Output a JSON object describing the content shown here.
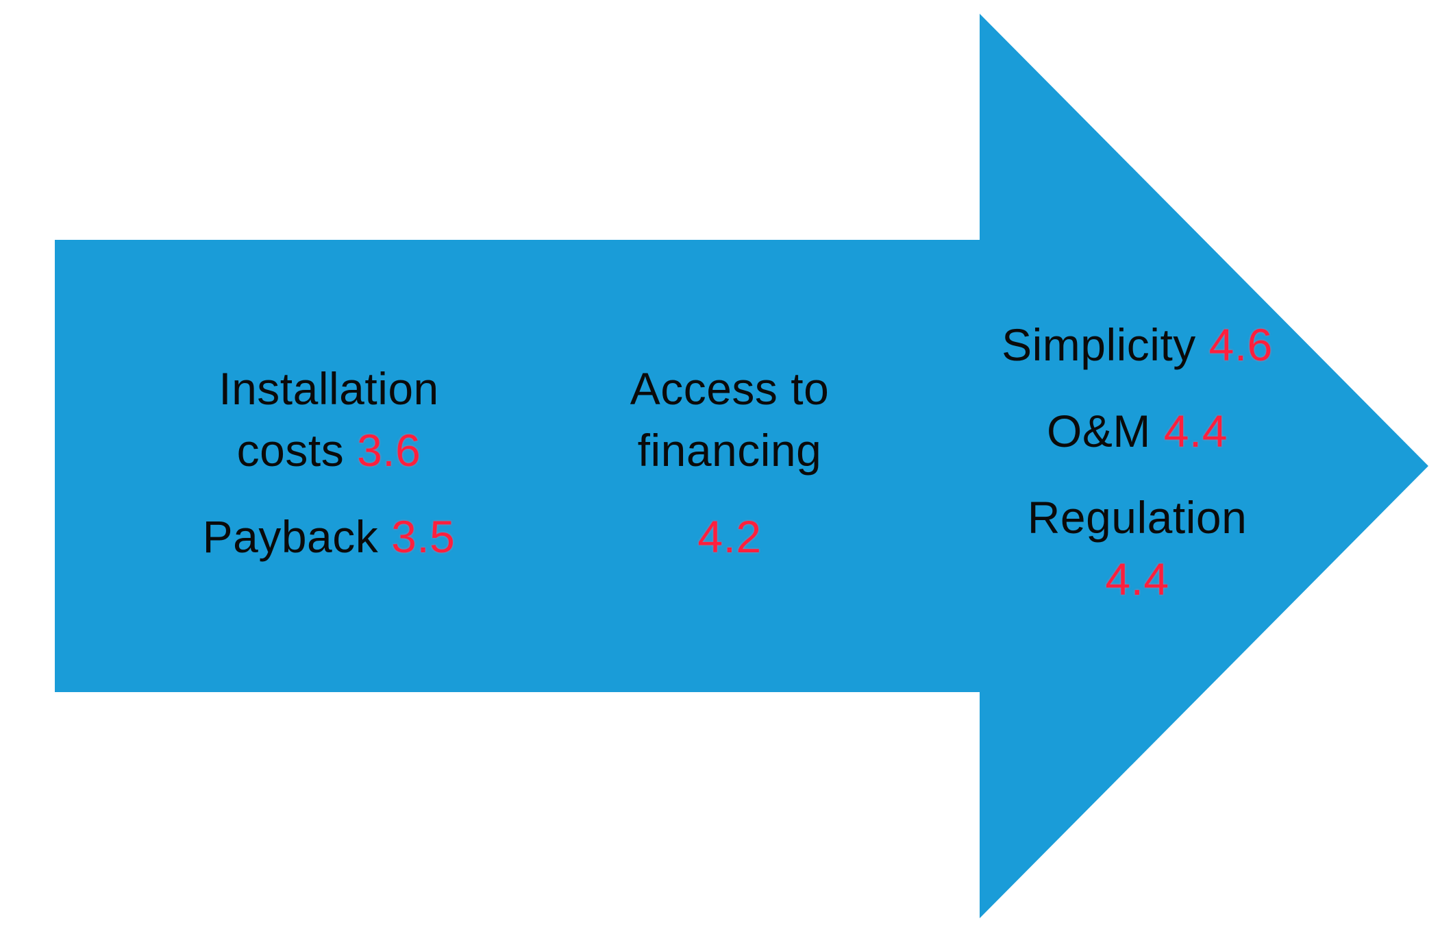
{
  "colors": {
    "arrow_fill": "#1a9cd8",
    "label_text": "#0a0a0a",
    "score_text": "#ff1f3d",
    "background": "#ffffff"
  },
  "groups": {
    "left": {
      "installation_line1": "Installation",
      "installation_line2": "costs",
      "installation_score": "3.6",
      "payback_label": "Payback",
      "payback_score": "3.5"
    },
    "middle": {
      "access_line1": "Access to",
      "access_line2": "financing",
      "access_score": "4.2"
    },
    "right": {
      "simplicity_label": "Simplicity",
      "simplicity_score": "4.6",
      "om_label": "O&M",
      "om_score": "4.4",
      "regulation_label": "Regulation",
      "regulation_score": "4.4"
    }
  }
}
